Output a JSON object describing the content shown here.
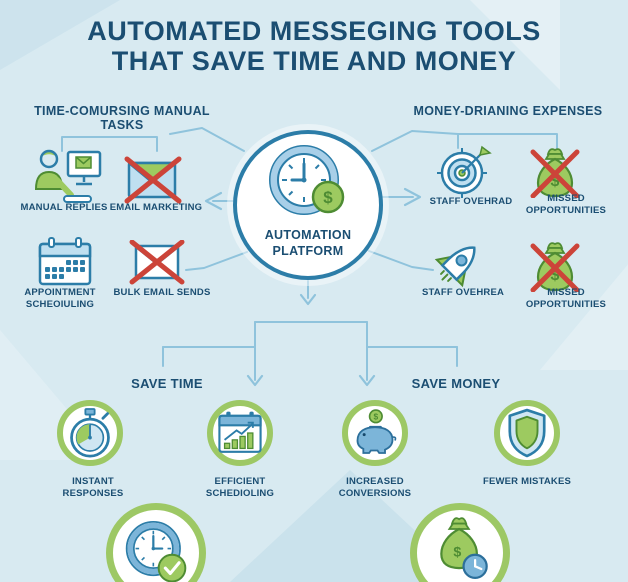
{
  "title": {
    "line1": "AUTOMATED MESSEGING TOOLS",
    "line2": "THAT SAVE TIME AND MONEY"
  },
  "center": {
    "label_line1": "AUTOMATION",
    "label_line2": "PLATFORM",
    "icon": "clock-dollar-icon"
  },
  "left_section": {
    "header": "TIME-COMURSING MANUAL TASKS",
    "items": [
      {
        "label": "MANUAL REPLIES",
        "icon": "person-computer-icon"
      },
      {
        "label": "EMAIL MARKETING",
        "icon": "crossed-envelope-icon"
      },
      {
        "label": "APPOINTMENT SCHEOIULING",
        "icon": "calendar-icon"
      },
      {
        "label": "BULK EMAIL SENDS",
        "icon": "crossed-envelope-icon"
      }
    ]
  },
  "right_section": {
    "header": "MONEY-DRIANING EXPENSES",
    "items": [
      {
        "label": "STAFF OVEHRAD",
        "icon": "target-icon"
      },
      {
        "label": "MISSED OPPORTUNITIES",
        "icon": "crossed-moneybag-icon"
      },
      {
        "label": "STAFF OVEHREA",
        "icon": "rocket-icon"
      },
      {
        "label": "MISSED OPPORTUNITIES",
        "icon": "crossed-moneybag-icon"
      }
    ]
  },
  "bottom_section": {
    "left_header": "SAVE TIME",
    "right_header": "SAVE MONEY",
    "items": [
      {
        "label": "INSTANT RESPONSES",
        "icon": "stopwatch-icon"
      },
      {
        "label": "EFFICIENT SCHEDIOLING",
        "icon": "calendar-chart-icon"
      },
      {
        "label": "INCREASED CONVERSIONS",
        "icon": "piggy-bank-icon"
      },
      {
        "label": "FEWER MISTAKES",
        "icon": "shield-icon"
      }
    ],
    "footer_icons": [
      "clock-check-icon",
      "moneybag-clock-icon"
    ]
  },
  "colors": {
    "background": "#d8eaf1",
    "heading_text": "#1b4e72",
    "outline_blue": "#2c7da8",
    "light_blue_fill": "#bfdff0",
    "mid_blue_fill": "#7cb5d9",
    "green_fill": "#9dca60",
    "dark_green_stroke": "#4e8c33",
    "ring_green": "#9dc865",
    "cross_red": "#cc4439",
    "connector_blue": "#8fc3dc"
  }
}
